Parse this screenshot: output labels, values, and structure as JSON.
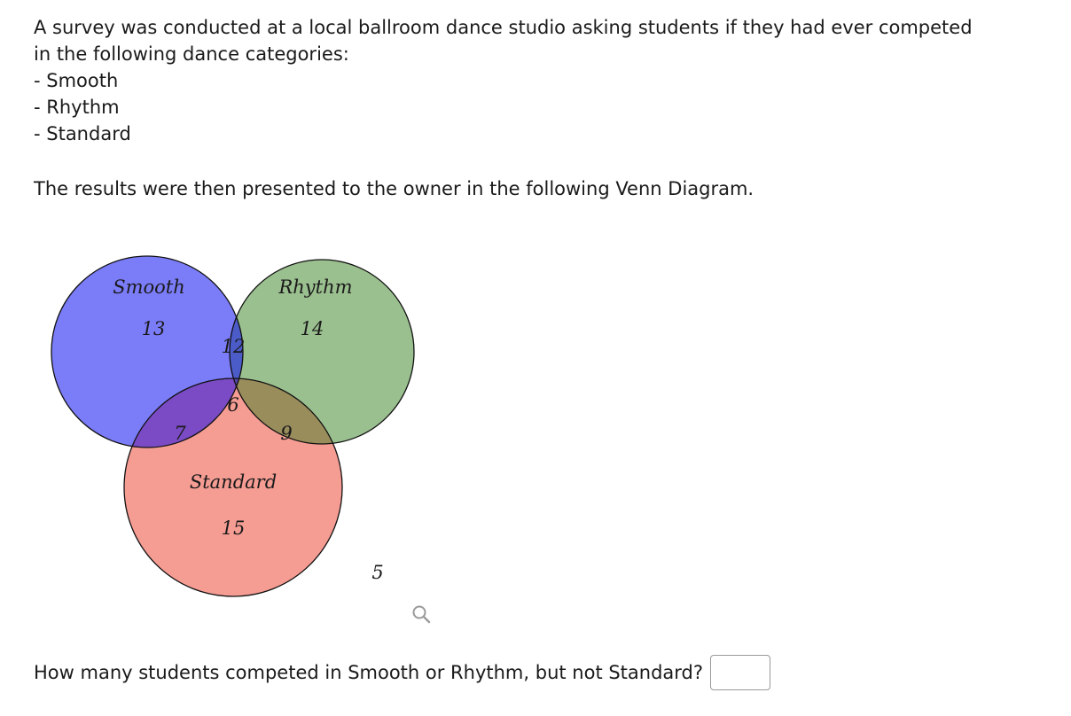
{
  "problem": {
    "intro": "A survey was conducted at a local ballroom dance studio asking students if they had ever competed in the following dance categories:",
    "categories": [
      "- Smooth",
      "- Rhythm",
      "- Standard"
    ],
    "results_text": "The results were then presented to the owner in the following Venn Diagram."
  },
  "venn": {
    "set_labels": {
      "smooth": "Smooth",
      "rhythm": "Rhythm",
      "standard": "Standard"
    },
    "regions": {
      "smooth_only": "13",
      "rhythm_only": "14",
      "smooth_rhythm_only": "12",
      "all_three": "6",
      "smooth_standard_only": "7",
      "rhythm_standard_only": "9",
      "standard_only": "15",
      "outside": "5"
    },
    "colors": {
      "smooth": "#7b7cf8",
      "rhythm": "#9bc08f",
      "standard": "#f59c93",
      "smooth_rhythm": "#4b5bc8",
      "smooth_standard": "#7a4bc4",
      "rhythm_standard": "#9a8d5c",
      "all_three": "#5645a4"
    }
  },
  "icons": {
    "zoom": "magnifier-icon"
  },
  "question": {
    "text": "How many students competed in Smooth or Rhythm, but not Standard?",
    "answer_value": "",
    "answer_placeholder": ""
  }
}
